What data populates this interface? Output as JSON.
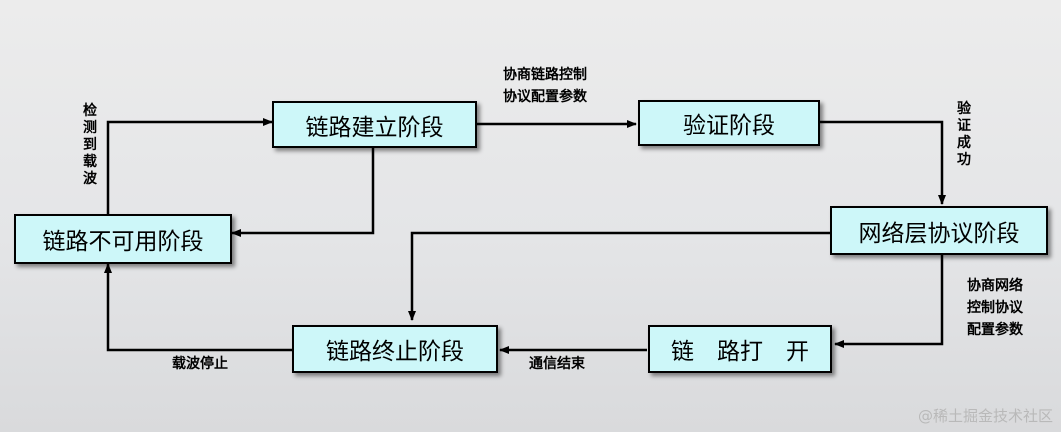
{
  "nodes": {
    "link_establish": "链路建立阶段",
    "auth": "验证阶段",
    "ncp": "网络层协议阶段",
    "link_unavailable": "链路不可用阶段",
    "link_terminate": "链路终止阶段",
    "link_open": "链　路打　开"
  },
  "edges": {
    "negotiate_lcp": "协商链路控制\n协议配置参数",
    "auth_success": "验证成功",
    "negotiate_ncp": "协商网络\n控制协议\n配置参数",
    "carrier_detect": "检测到载波",
    "carrier_stop": "载波停止",
    "comm_end": "通信结束"
  },
  "watermark": "@稀土掘金技术社区"
}
